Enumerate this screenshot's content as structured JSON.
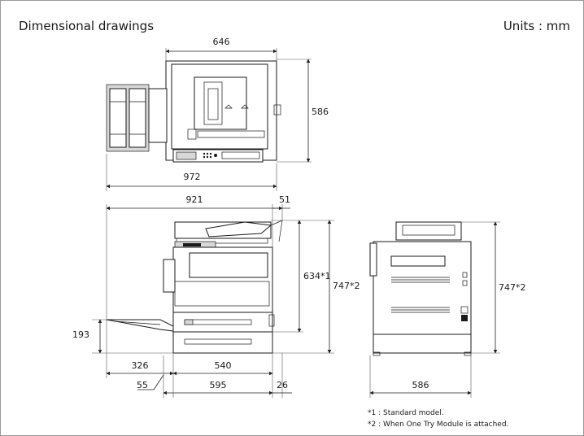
{
  "header": {
    "title": "Dimensional drawings",
    "units": "Units : mm"
  },
  "top_view": {
    "width_label": "646",
    "depth_label": "586",
    "total_width_label": "972"
  },
  "front_view": {
    "width_label": "921",
    "right_overhang_label": "51",
    "standard_height_label": "634*1",
    "module_height_label": "747*2",
    "tray_height_label": "193",
    "tray_extension_label": "326",
    "body_width_label": "540",
    "offset_label": "55",
    "base_width_label": "595",
    "right_gap_label": "26"
  },
  "side_view": {
    "height_label": "747*2",
    "depth_label": "586"
  },
  "notes": [
    "*1 : Standard model.",
    "*2 : When One Try Module is attached."
  ]
}
